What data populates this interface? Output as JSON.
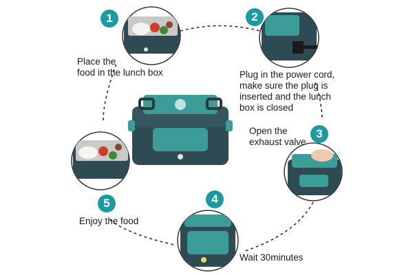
{
  "steps": [
    {
      "number": "1",
      "lines": [
        "Place the",
        "food in the lunch box"
      ]
    },
    {
      "number": "2",
      "lines": [
        "Plug in the power cord,",
        "make sure the plug is",
        "inserted and the lunch",
        "box is closed"
      ]
    },
    {
      "number": "3",
      "lines": [
        "Open the",
        "exhaust valve"
      ]
    },
    {
      "number": "4",
      "lines": [
        "Wait 30minutes"
      ]
    },
    {
      "number": "5",
      "lines": [
        "Enjoy the food"
      ]
    }
  ],
  "colors": {
    "accent": "#1b9aa0",
    "box_body": "#2e4a52",
    "box_lid": "#3c9c97",
    "dashed_path": "#333333"
  }
}
